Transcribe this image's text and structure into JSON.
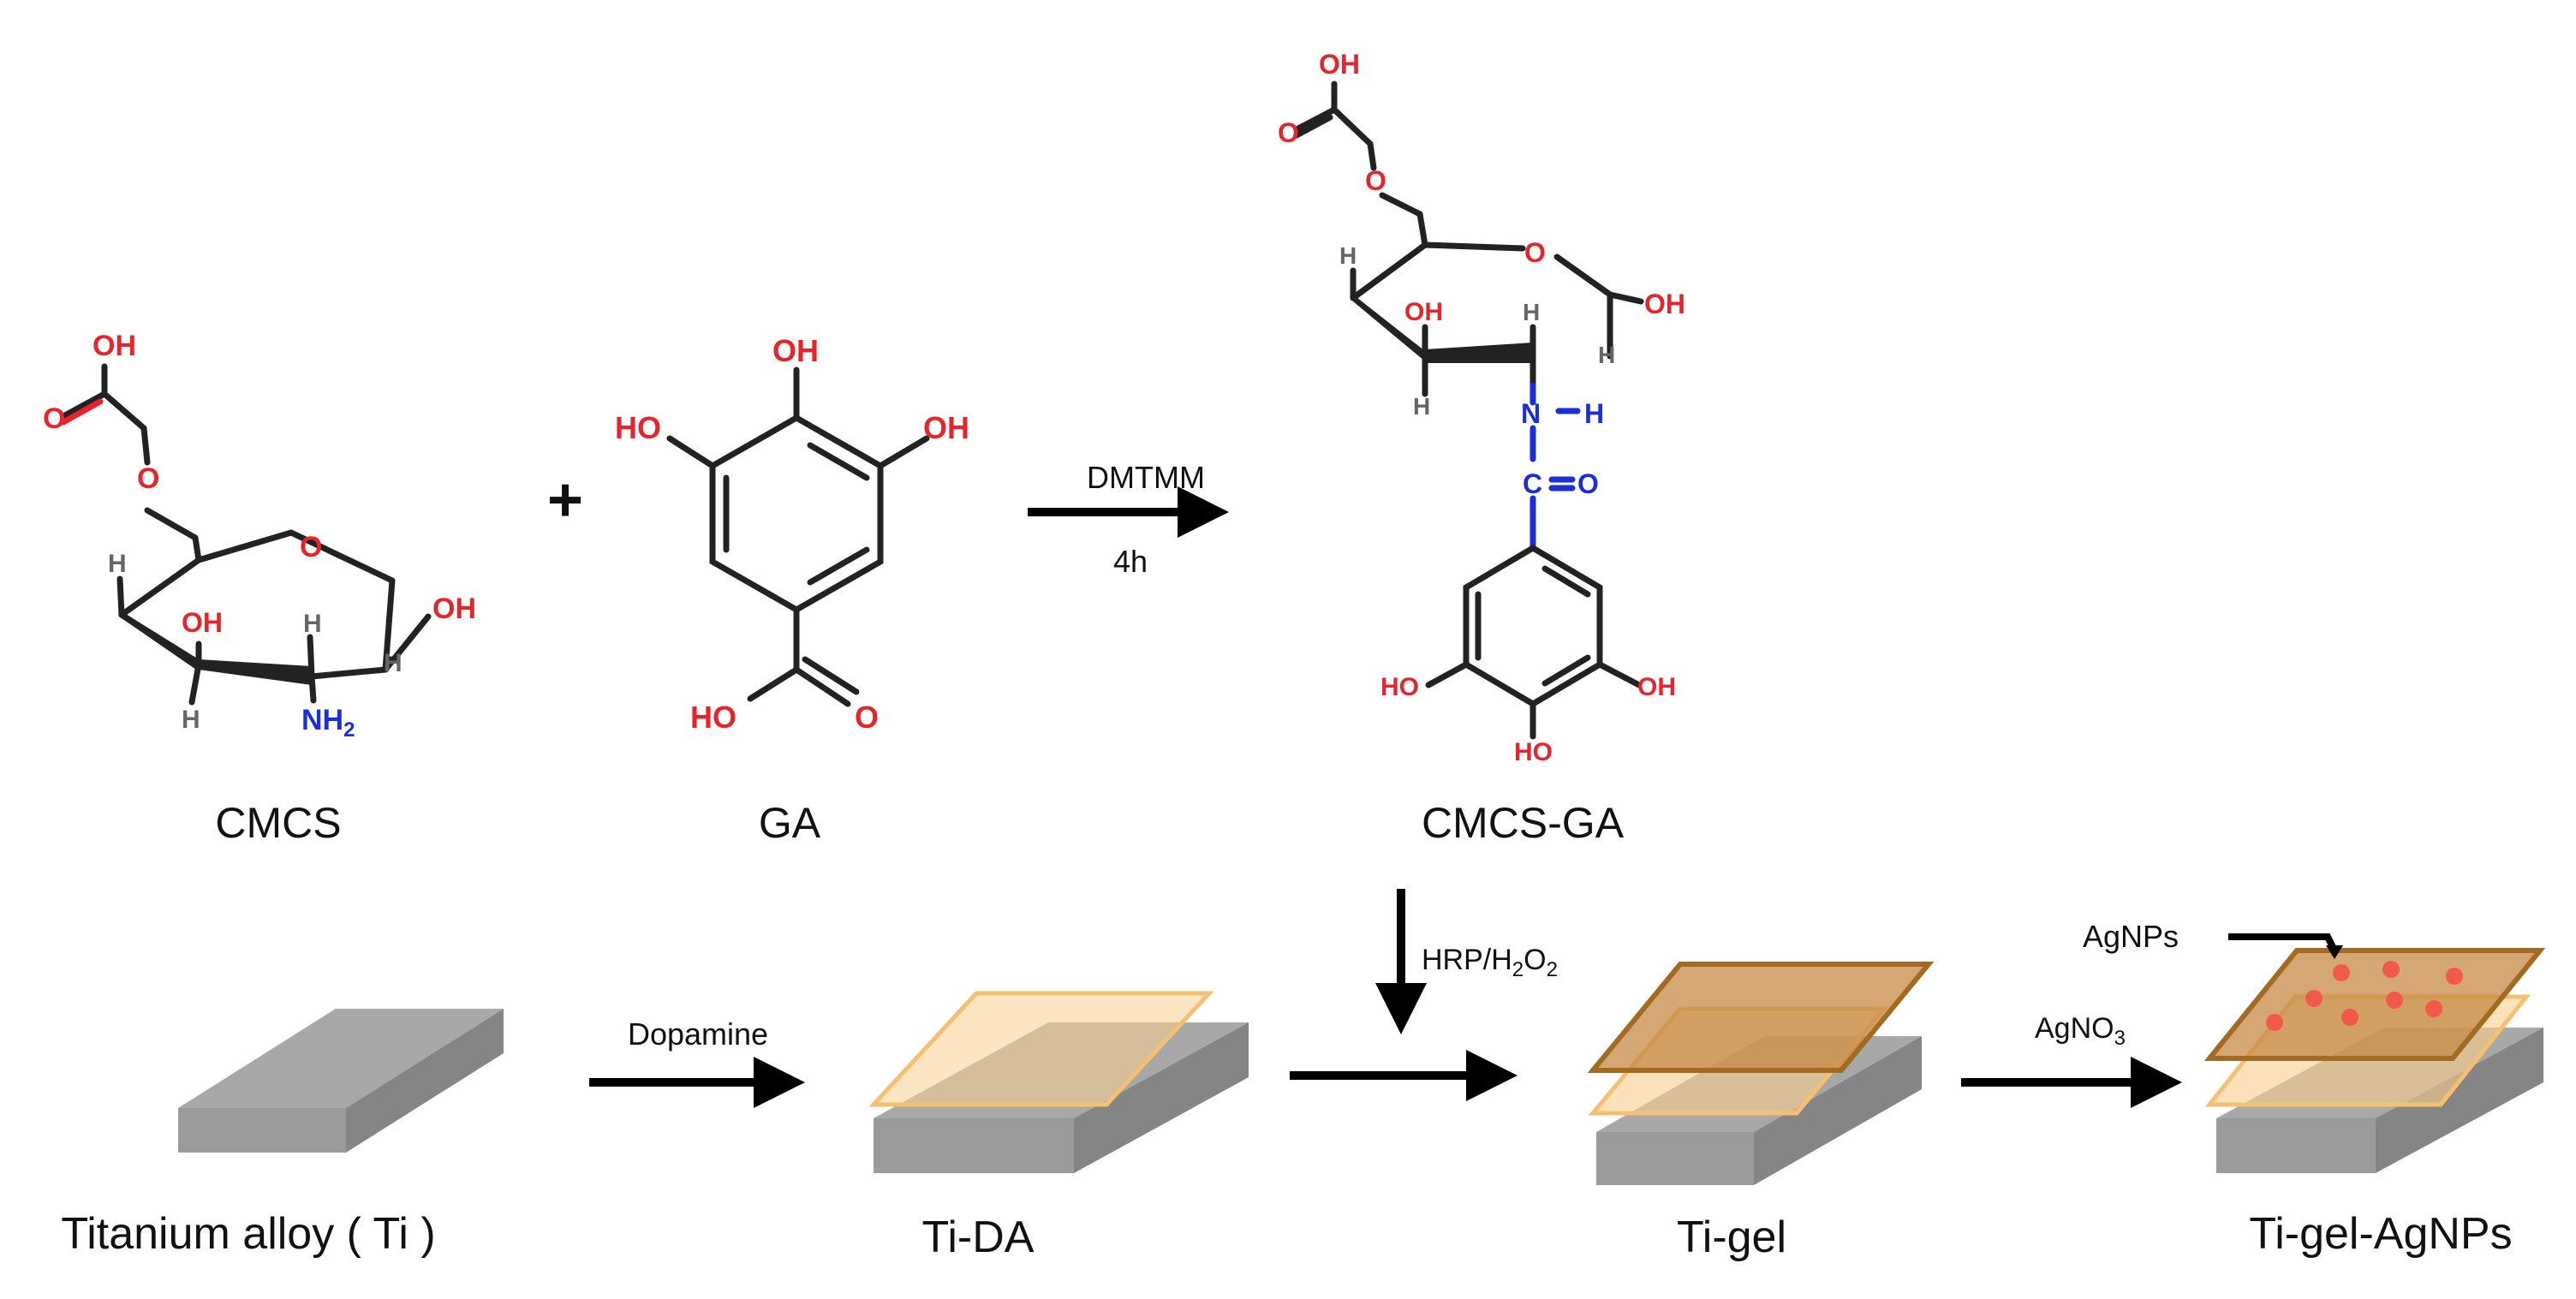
{
  "colors": {
    "oxygen": "#e8242b",
    "nitrogen": "#1a2fd8",
    "hydrogen": "#666666",
    "bond": "#222222",
    "substrate_top": "#a9a9a9",
    "substrate_side": "#8a8a8a",
    "da_layer": "#f9cf8e",
    "gel_layer": "#c58a45",
    "gel_edge": "#a46a22",
    "agnp": "#f15a4a"
  },
  "compounds": {
    "cmcs": "CMCS",
    "ga": "GA",
    "cmcs_ga": "CMCS-GA"
  },
  "plus_sign": "+",
  "reaction": {
    "reagent": "DMTMM",
    "time": "4h"
  },
  "crosslink": {
    "prefix": "HRP/H",
    "sub1": "2",
    "mid": "O",
    "sub2": "2"
  },
  "atoms": {
    "oh": "OH",
    "ho": "HO",
    "o": "O",
    "h": "H",
    "nh2_main": "NH",
    "nh2_sub": "2",
    "n": "N",
    "c": "C"
  },
  "surface_steps": {
    "ti": "Titanium alloy ( Ti )",
    "dopamine": "Dopamine",
    "ti_da": "Ti-DA",
    "ti_gel": "Ti-gel",
    "agno3_main": "AgNO",
    "agno3_sub": "3",
    "agnps": "AgNPs",
    "ti_gel_agnps": "Ti-gel-AgNPs"
  }
}
